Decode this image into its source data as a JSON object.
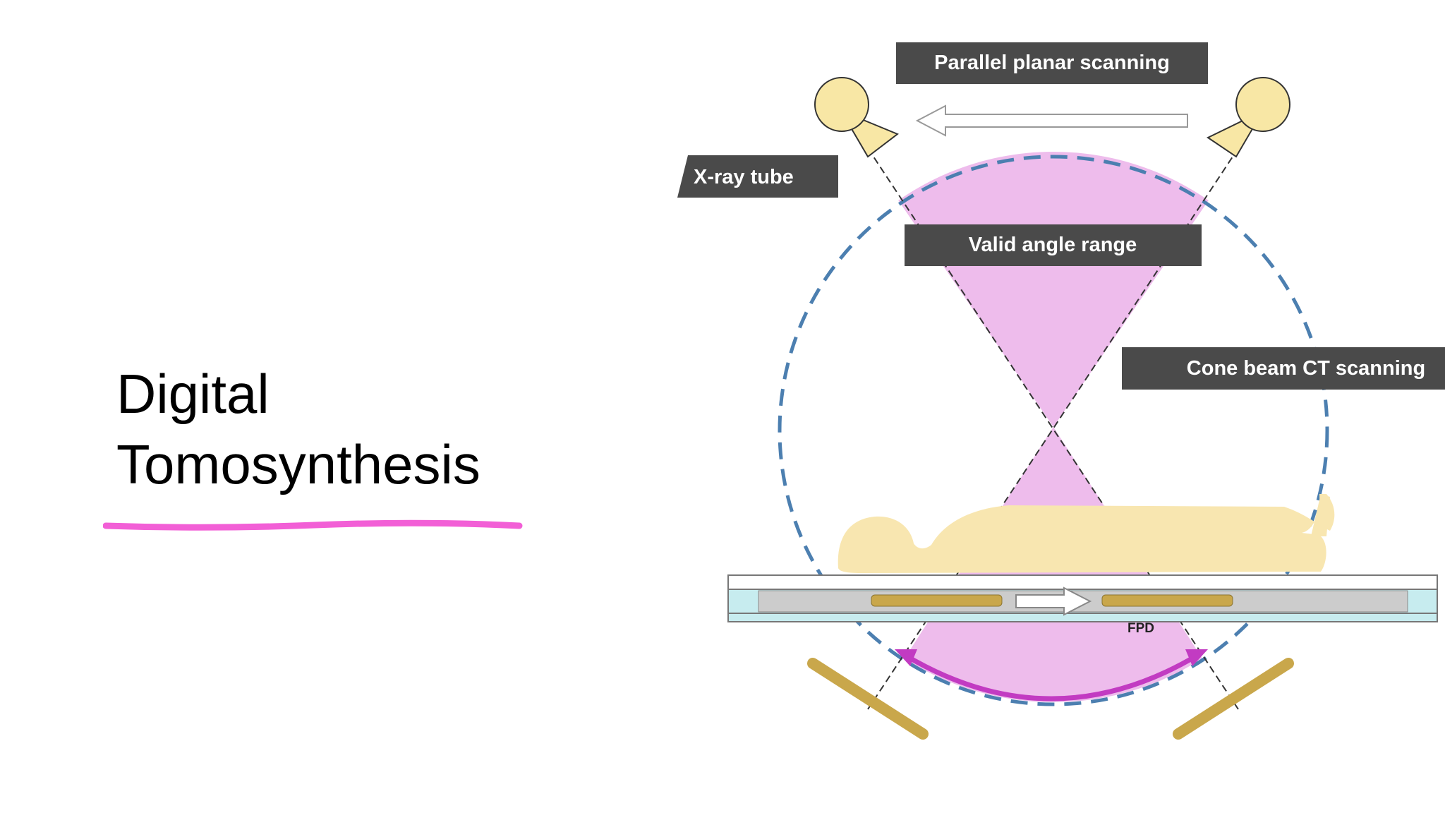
{
  "slide": {
    "title_line1": "Digital",
    "title_line2": "Tomosynthesis"
  },
  "diagram": {
    "labels": {
      "parallel_planar_scanning": "Parallel planar scanning",
      "xray_tube": "X-ray tube",
      "valid_angle_range": "Valid angle range",
      "cone_beam_ct_scanning": "Cone beam CT scanning",
      "fpd": "FPD"
    },
    "icons": [
      "xray-tube-icon",
      "patient-silhouette-icon",
      "arrow-left-icon",
      "arrow-right-icon",
      "double-arrow-arc-icon"
    ]
  },
  "colors": {
    "underline": "#f25fd6",
    "beam": "#eebcec",
    "label_box": "#4a4a4a",
    "tube": "#f8e7a5",
    "detector": "#c9a74b",
    "patient": "#f8e6b0",
    "circle_dash": "#4c7fb0",
    "arc_arrow": "#c23bc2",
    "table_blue": "#c7ecef",
    "table_gray": "#cccccc"
  }
}
